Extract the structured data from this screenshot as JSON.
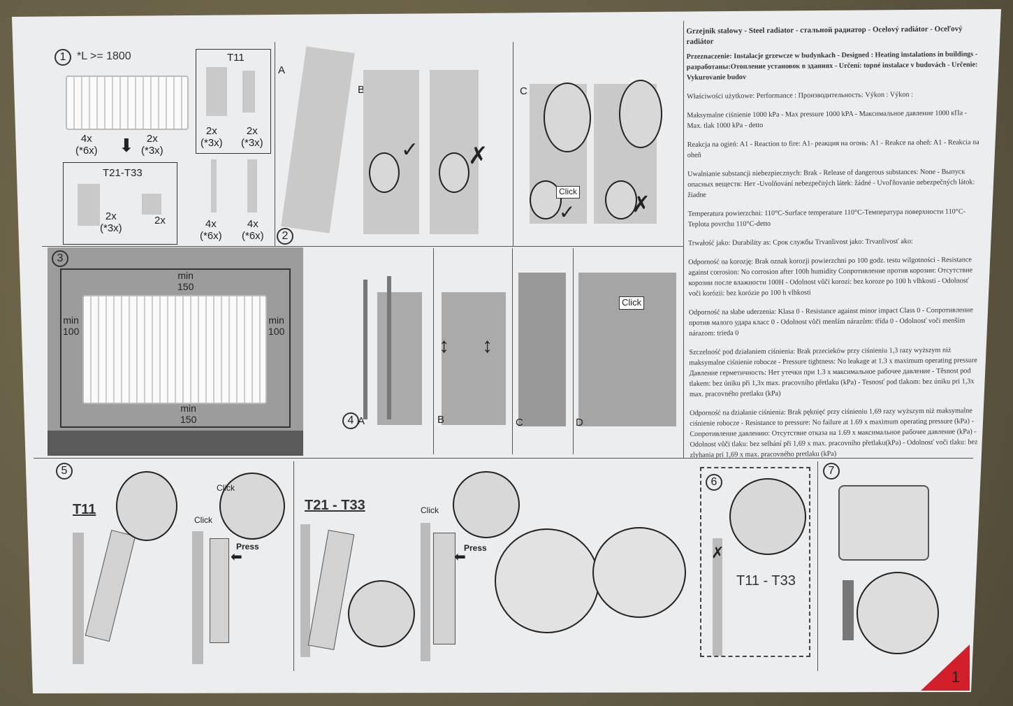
{
  "step1": {
    "number": "1",
    "length_note": "*L >= 1800",
    "left_count": "4x\n(*6x)",
    "right_count": "2x\n(*3x)",
    "t11_title": "T11",
    "t11_left": "2x\n(*3x)",
    "t11_right": "2x\n(*3x)",
    "t21_title": "T21-T33",
    "t21_count1": "2x\n(*3x)",
    "t21_count2": "2x",
    "screw_count": "4x\n(*6x)",
    "plug_count": "4x\n(*6x)"
  },
  "step2": {
    "number": "2",
    "label_a": "A",
    "label_b": "B",
    "label_c": "C",
    "click": "Click"
  },
  "step3": {
    "number": "3",
    "min_top": "min\n150",
    "min_left": "min\n100",
    "min_right": "min\n100",
    "min_bottom": "min\n150"
  },
  "step4": {
    "number": "4",
    "label_a": "A",
    "label_b": "B",
    "label_c": "C",
    "label_d": "D",
    "click": "Click"
  },
  "step5": {
    "number": "5",
    "t11": "T11",
    "click1": "Click",
    "click2": "Click",
    "press": "Press",
    "t21": "T21 - T33",
    "click3": "Click",
    "press2": "Press"
  },
  "step6": {
    "number": "6",
    "types": "T11 - T33"
  },
  "step7": {
    "number": "7"
  },
  "page_number": "1",
  "spec": {
    "title": "Grzejnik stalowy - Steel radiator - стальной радиатор - Ocelový radiátor - Oceľový radiátor",
    "purpose": "Przeznaczenie: Instalacje  grzewcze  w budynkach  -  Designed : Heating instalations in buildings - разработаны:Отопление установок в зданиях - Určení: topné instalace v budovách - Určenie: Vykurovanie budov",
    "performance": "Właściwości użytkowe: Performance : Производительность: Výkon : Výkon :",
    "pressure": "Maksymalne ciśnienie 1000 kPa - Max pressure 1000 kPA - Максимальное давление 1000 кПа - Max. tlak 1000 kPa - detto",
    "fire": "Reakcja na ogień:  A1 - Reaction to fire: A1- реакция на огонь: A1 - Reakce na oheň: A1 - Reakcia na oheň",
    "substances": "Uwalnianie substancji niebezpiecznych: Brak - Release of dangerous substances: None - Выпуск опасных веществ: Нет -Uvolňování nebezpečných látek: žádné - Uvoľňovanie nebezpečných látok: žiadne",
    "temperature": "Temperatura powierzchni: 110°C-Surface temperature 110°C-Температура поверхности 110°C-Teplota povrchu 110°C-detto",
    "durability": "Trwałość jako:  Durability as: Срок службы  Trvanlivost jako:  Trvanlivosť ako:",
    "corrosion": "Odporność na korozję: Brak oznak korozji powierzchni po 100 godz. testu wilgotności - Resistance against corrosion: No corrosion after 100h humidity Сопротивление против корозии: Отсутствие корозии после влажности 100Н - Odolnost vůči korozi: bez koroze po 100 h vlhkosti - Odolnosť voči korózii: bez korózie po 100 h vlhkosti",
    "impact": "Odporność na słabe uderzenia: Klasa 0 - Resistance against minor impact Class 0 - Сопротивление против малого удара класс 0 - Odolnost vůči menším nárazům: třída 0 - Odolnosť voči menším nárazom: trieda 0",
    "tightness": "Szczelność pod działaniem ciśnienia: Brak przecieków przy ciśnieniu 1,3 razy wyższym niż maksymalne  ciśnienie robocze - Pressure tightness: No leakage at 1.3 x maximum operating pressure Давление герметичность: Нет утечки при 1.3 x максимальное рабочее давление - Těsnost pod tlakem: bez úniku při 1,3x max. pracovního přetlaku (kPa) - Tesnosť pod tlakom: bez úniku pri 1,3x max. pracovného pretlaku (kPa)",
    "resistance_pressure": "Odporność na działanie ciśnienia: Brak pęknięć przy ciśnieniu 1,69 razy wyższym niż maksymalne ciśnienie robocze - Resistance to pressure: No failure at 1.69 x maximum operating pressure (kPa) - Сопротивление давлению: Отсутствие отказа на 1.69 x максимальное рабочее давление (kPa) - Odolnost vůči tlaku: bez selhání při 1,69 x max. pracovního  přetlaku(kPa) - Odolnosť voči tlaku: bez zlyhania pri 1,69 x max. pracovného pretlaku (kPa)"
  },
  "colors": {
    "paper": "#ecedef",
    "ground": "#6e6548",
    "accent": "#d31f2a"
  }
}
